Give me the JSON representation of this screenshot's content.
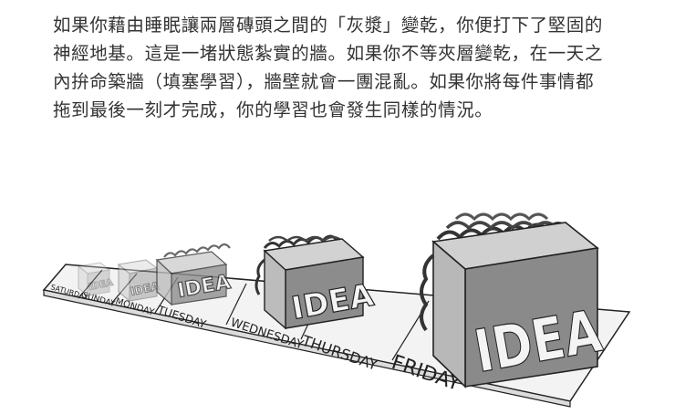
{
  "paragraph": {
    "lines": [
      "如果你藉由睡眠讓兩層磚頭之間的「灰漿」變乾，你便打下了堅固的",
      "神經地基。這是一堵狀態紮實的牆。如果你不等夾層變乾，在一天之",
      "內拚命築牆（填塞學習），牆壁就會一團混亂。如果你將每件事情都",
      "拖到最後一刻才完成，你的學習也會發生同樣的情況。"
    ]
  },
  "illustration": {
    "days": [
      "SATURDAY",
      "SUNDAY",
      "MONDAY",
      "TUESDAY",
      "WEDNESDAY",
      "THURSDAY",
      "FRIDAY"
    ],
    "box_labels": [
      "IDEA",
      "IDEA",
      "IDEA",
      "IDEA",
      "IDEA"
    ]
  }
}
